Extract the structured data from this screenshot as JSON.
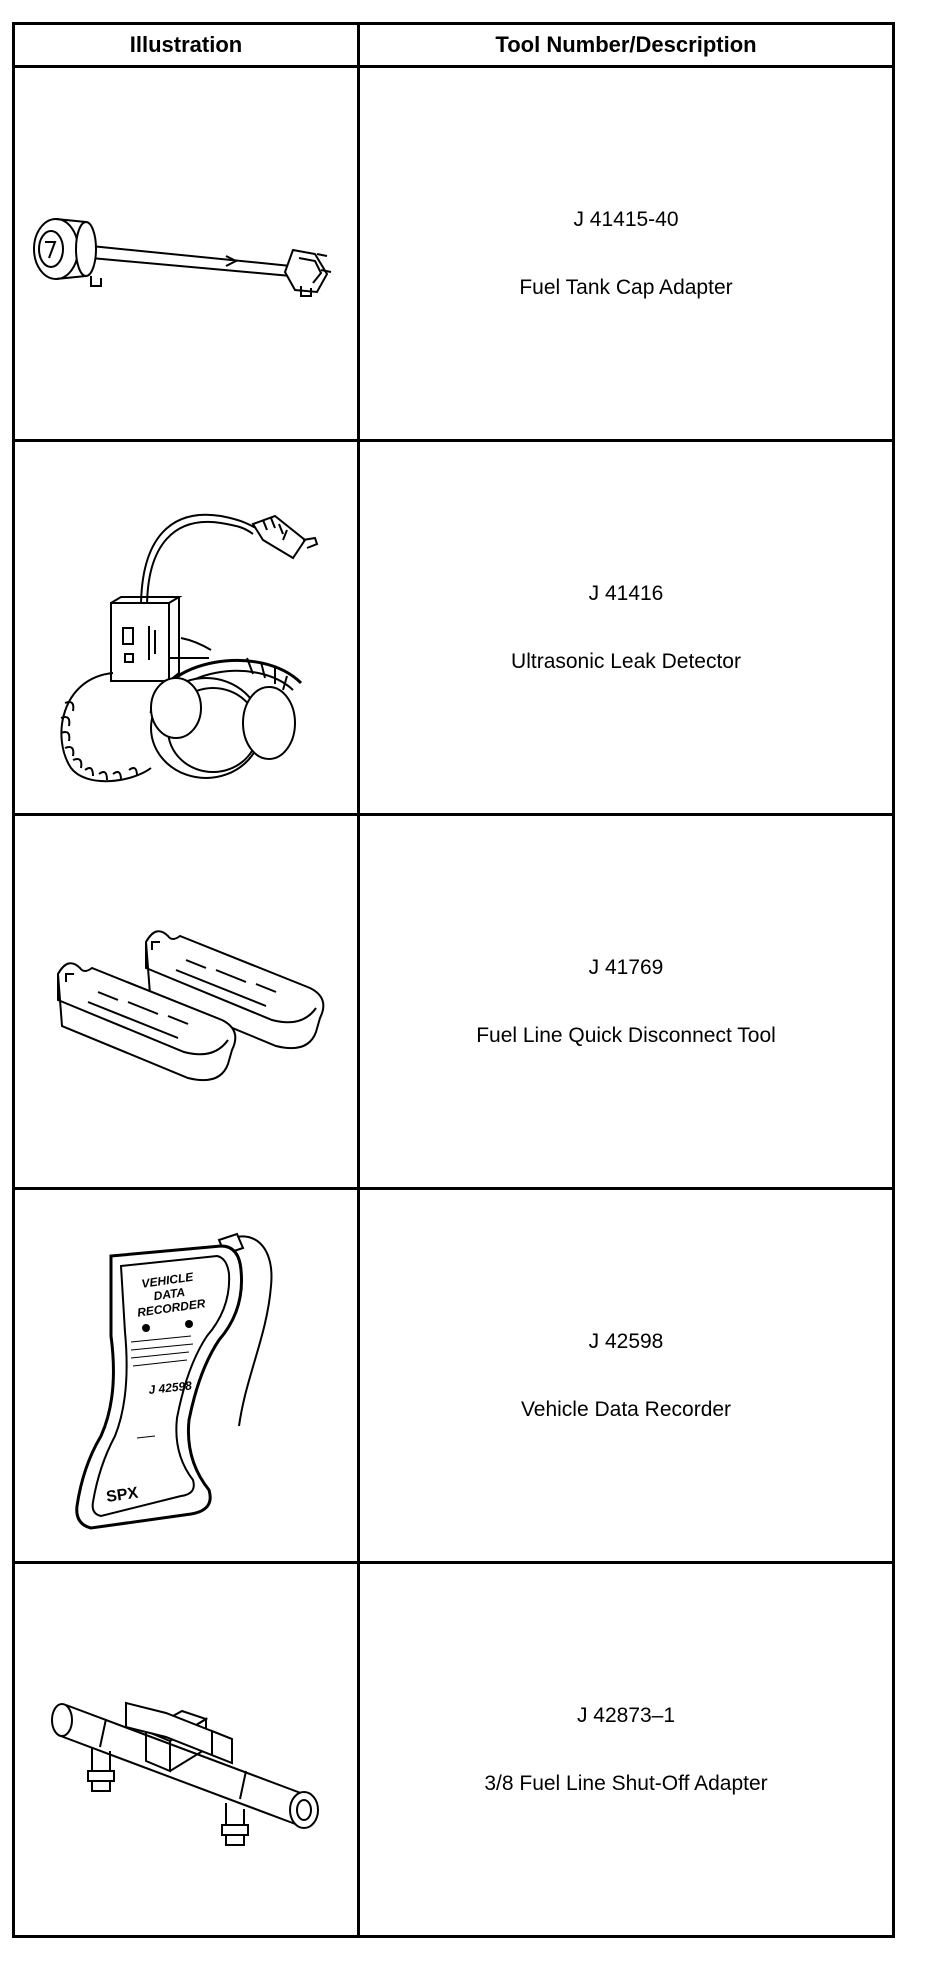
{
  "table": {
    "headers": {
      "illustration": "Illustration",
      "tool": "Tool Number/Description"
    },
    "rows": [
      {
        "number": "J 41415-40",
        "description": "Fuel Tank Cap Adapter",
        "icon": "fuel-tank-cap-adapter-icon"
      },
      {
        "number": "J 41416",
        "description": "Ultrasonic Leak Detector",
        "icon": "ultrasonic-leak-detector-icon"
      },
      {
        "number": "J 41769",
        "description": "Fuel Line Quick Disconnect Tool",
        "icon": "quick-disconnect-tool-icon"
      },
      {
        "number": "J 42598",
        "description": "Vehicle Data Recorder",
        "icon": "vehicle-data-recorder-icon"
      },
      {
        "number": "J 42873–1",
        "description": "3/8 Fuel Line Shut-Off Adapter",
        "icon": "shut-off-adapter-icon"
      }
    ]
  },
  "device": {
    "title_lines": [
      "VEHICLE",
      "DATA",
      "RECORDER"
    ],
    "model": "J 42598",
    "brand": "SPX"
  }
}
